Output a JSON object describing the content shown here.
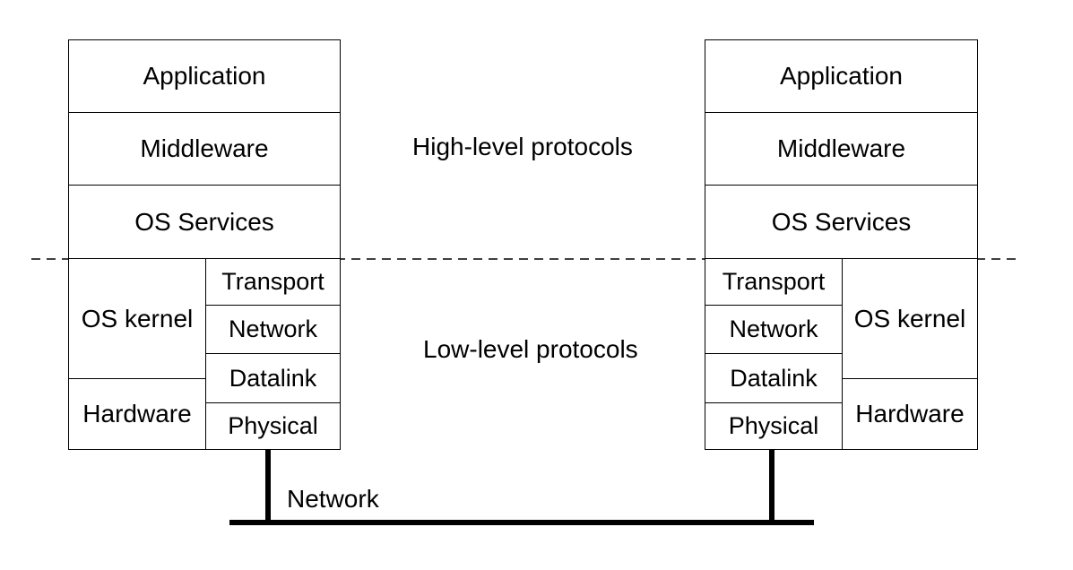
{
  "left_stack": {
    "application": "Application",
    "middleware": "Middleware",
    "os_services": "OS Services",
    "os_kernel": "OS kernel",
    "hardware": "Hardware",
    "transport": "Transport",
    "network": "Network",
    "datalink": "Datalink",
    "physical": "Physical"
  },
  "right_stack": {
    "application": "Application",
    "middleware": "Middleware",
    "os_services": "OS Services",
    "os_kernel": "OS kernel",
    "hardware": "Hardware",
    "transport": "Transport",
    "network": "Network",
    "datalink": "Datalink",
    "physical": "Physical"
  },
  "labels": {
    "high_level": "High-level protocols",
    "low_level": "Low-level protocols",
    "network_bus": "Network"
  }
}
